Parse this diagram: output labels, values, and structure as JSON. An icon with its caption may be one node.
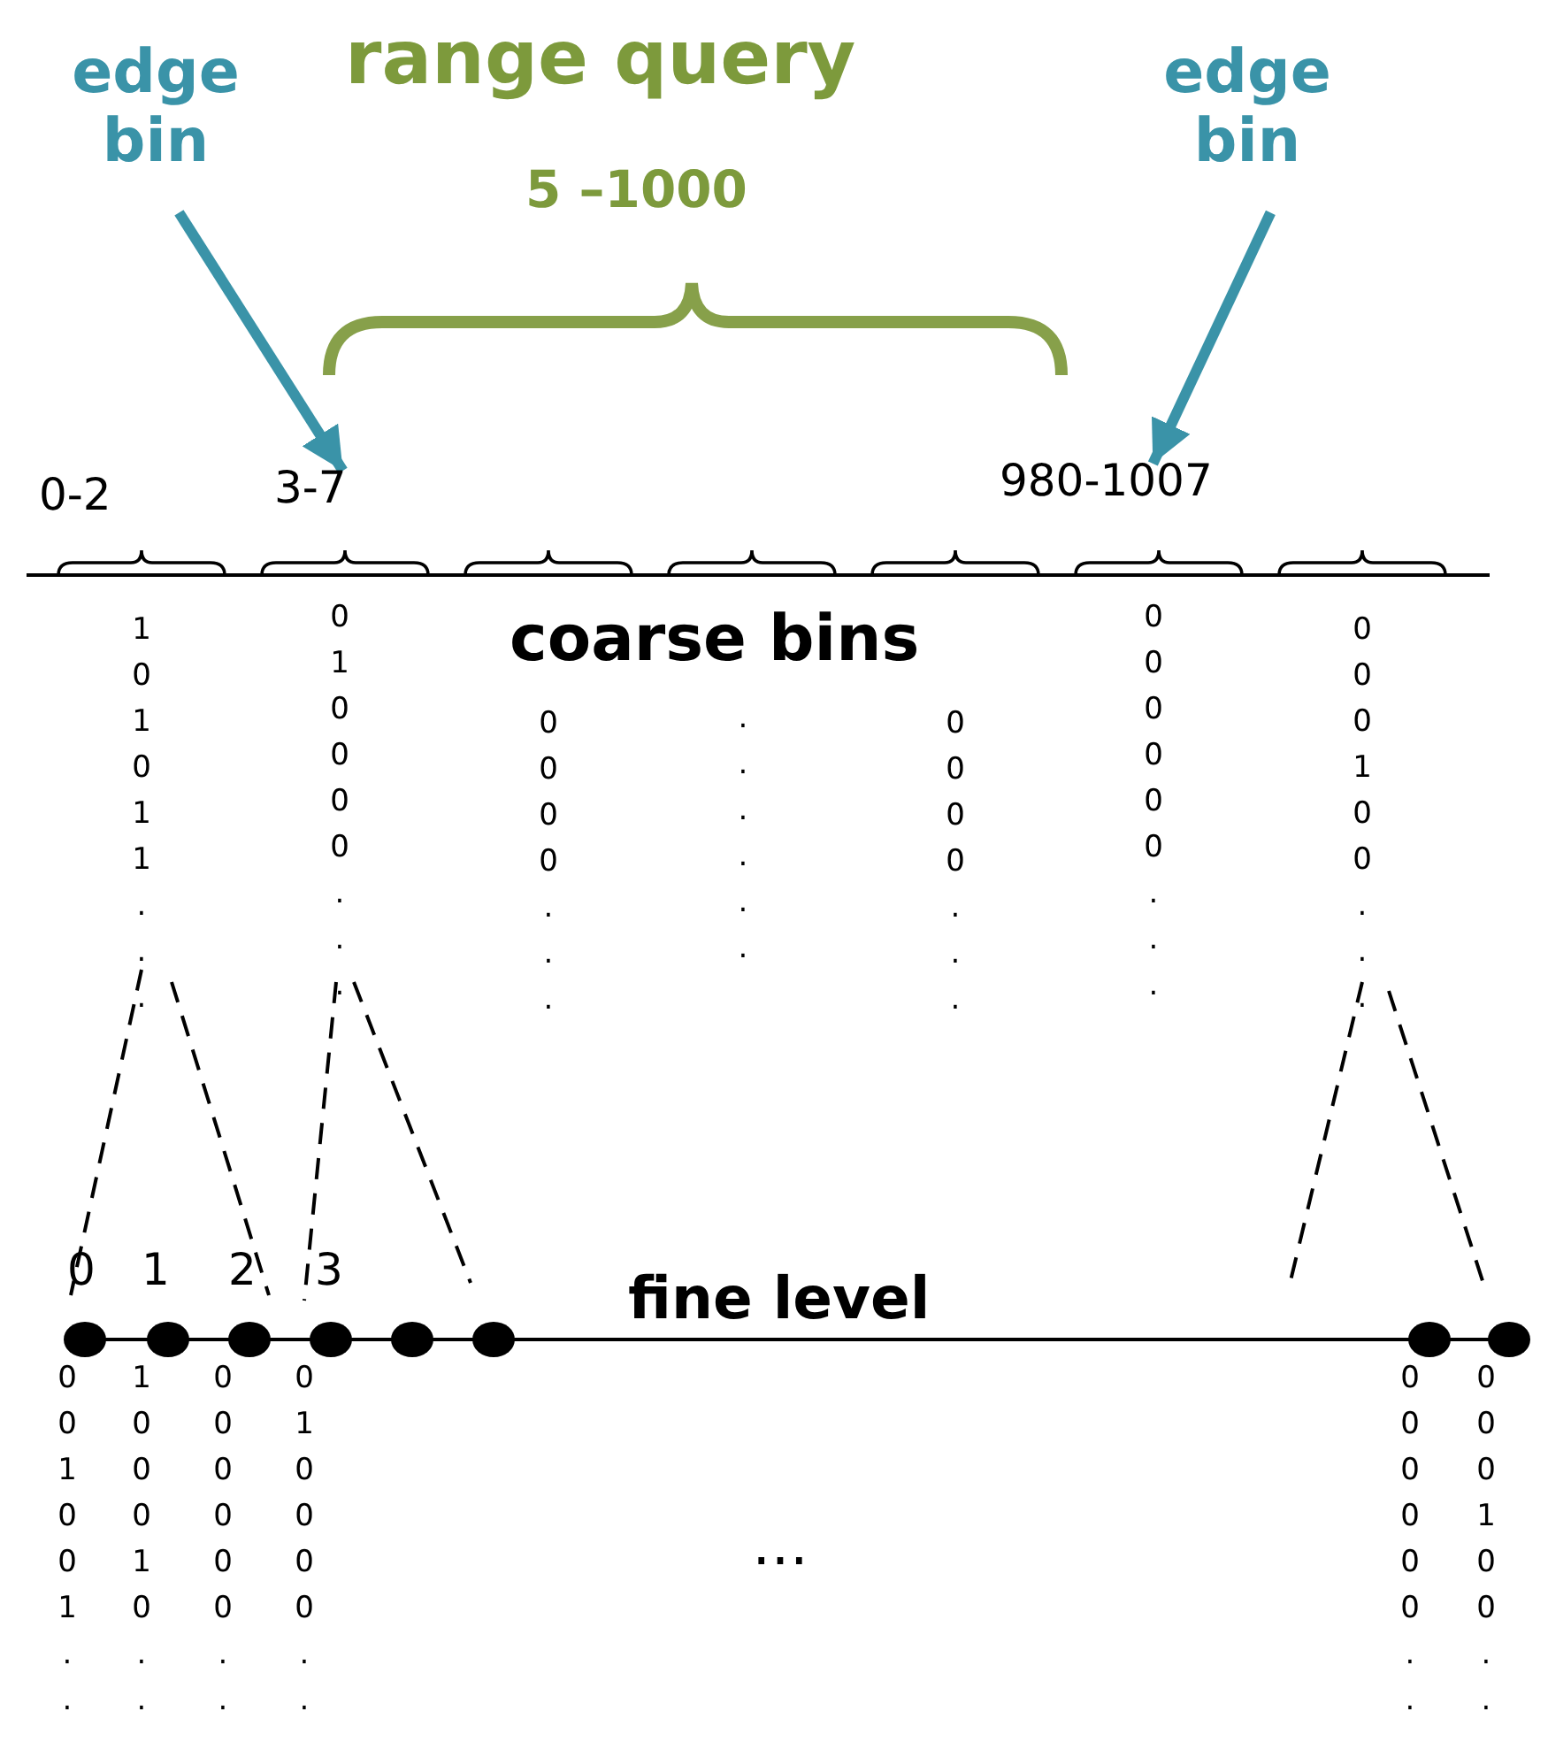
{
  "diagram": {
    "nodes": [
      {
        "text": [
          "edge bin"
        ]
      },
      {
        "text": [
          "edge bin"
        ]
      },
      {
        "text": [
          "3-7"
        ]
      },
      {
        "text": [
          "980-1007"
        ]
      }
    ],
    "edges": [
      {
        "from": 0,
        "to": 2,
        "arrow": "to"
      },
      {
        "from": 1,
        "to": 3,
        "arrow": "to"
      }
    ],
    "labels": [
      "range query",
      "5 –1000",
      "0-2",
      "coarse bins",
      "1 0 1 0 1 1 . . .",
      "0 1 0 0 0 0 . . .",
      "0 0 0 0 . . .",
      ". . . . . .",
      "0 0 0 0 . . .",
      "0 0 0 0 0 0 . . .",
      "0 0 0 1 0 0 . . .",
      "0",
      "1",
      "2",
      "3",
      "fine level",
      "0 0 1 0 0 1 . . .",
      "1 0 0 0 1 0 . . .",
      "0 0 0 0 0 0 . . .",
      "0 1 0 0 0 0 . . .",
      "0 0 0 0 0 0 . . .",
      "0 0 0 1 0 0 . . .",
      "…"
    ]
  }
}
